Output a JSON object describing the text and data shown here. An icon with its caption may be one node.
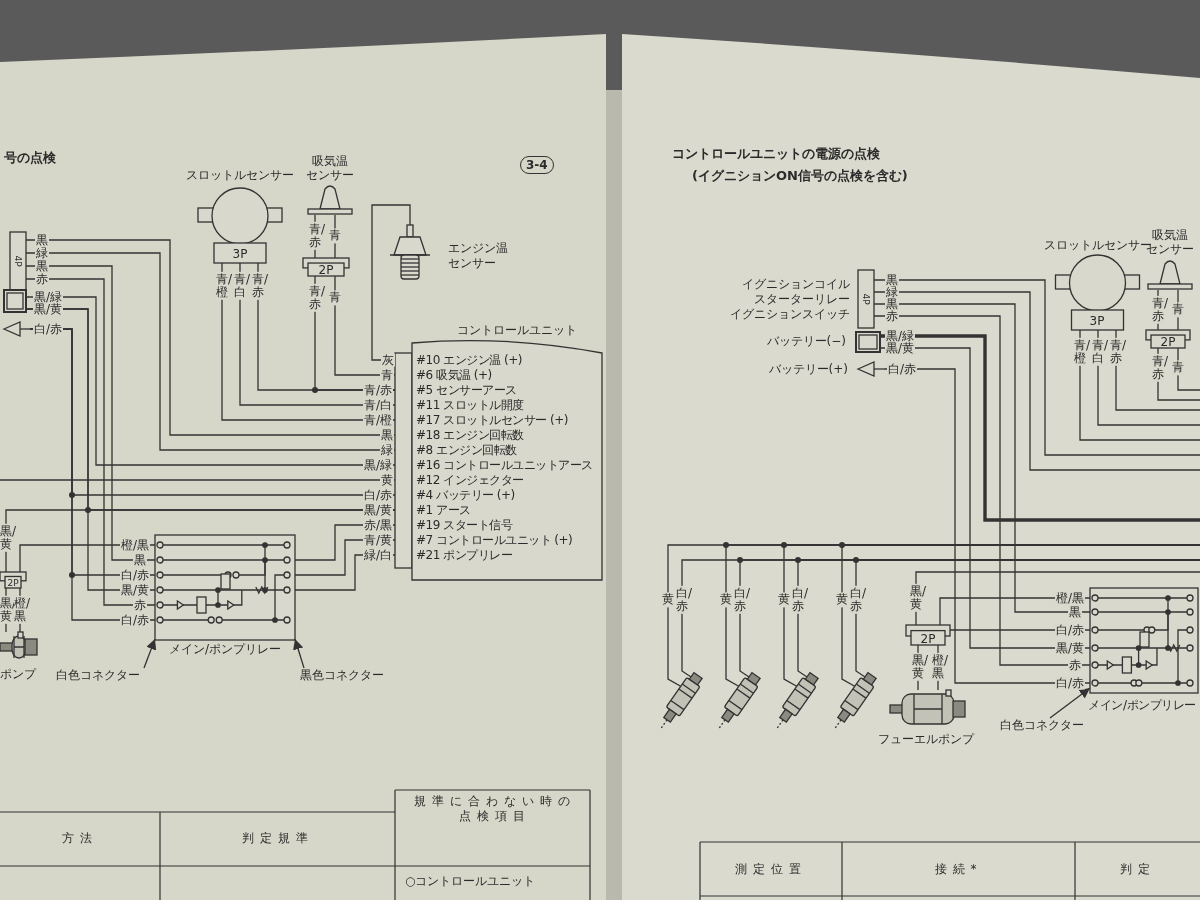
{
  "diagram": {
    "nodes": [
      {
        "text": [
          "4P"
        ]
      },
      {
        "text": [],
        "shape": "box"
      },
      {
        "text": [],
        "shape": "triangle"
      },
      {
        "text": [
          "スロットルセンサー",
          "3P"
        ]
      },
      {
        "text": [
          "吸気温",
          "センサー"
        ]
      },
      {
        "text": [
          "2P"
        ]
      },
      {
        "text": [
          "エンジン温",
          "センサー"
        ]
      },
      {
        "text": [
          "コントロールユニット",
          "#10 エンジン温 (+)",
          "#6 吸気温 (+)",
          "#5 センサーアース",
          "#11 スロットル開度",
          "#17 スロットルセンサー (+)",
          "#18 エンジン回転数",
          "#8 エンジン回転数",
          "#16 コントロールユニットアース",
          "#12 インジェクター",
          "#4 バッテリー (+)",
          "#1 アース",
          "#19 スタート信号",
          "#7 コントロールユニット (+)",
          "#21 ポンプリレー"
        ]
      },
      {
        "text": [
          "メイン/ポンプリレー"
        ]
      },
      {
        "text": [
          "白色コネクター"
        ]
      },
      {
        "text": [
          "黒色コネクター"
        ]
      },
      {
        "text": [
          "2P"
        ]
      },
      {
        "text": [],
        "shape": "picture",
        "beside": [
          "ポンプ"
        ]
      },
      {
        "text": [
          "4P"
        ],
        "beside": [
          "イグニションコイル",
          "スターターリレー",
          "イグニションスイッチ"
        ]
      },
      {
        "text": [],
        "shape": "box",
        "beside": [
          "バッテリー(−)"
        ]
      },
      {
        "text": [],
        "shape": "triangle",
        "beside": [
          "バッテリー(+)"
        ]
      },
      {
        "text": [
          "スロットルセンサー",
          "3P"
        ]
      },
      {
        "text": [
          "吸気温",
          "センサー"
        ]
      },
      {
        "text": [
          "2P"
        ]
      },
      {
        "text": [],
        "shape": "picture"
      },
      {
        "text": [],
        "shape": "picture"
      },
      {
        "text": [],
        "shape": "picture"
      },
      {
        "text": [],
        "shape": "picture"
      },
      {
        "text": [
          "2P"
        ]
      },
      {
        "text": [],
        "shape": "picture",
        "beside": [
          "フューエルポンプ"
        ]
      },
      {
        "text": [
          "メイン/ポンプリレー"
        ]
      },
      {
        "text": [
          "白色コネクター"
        ]
      }
    ],
    "edges": [
      {
        "from": 6,
        "to": 7,
        "arrow": "none",
        "label": "灰"
      },
      {
        "from": 4,
        "to": 5,
        "arrow": "none",
        "label": "青/赤"
      },
      {
        "from": 4,
        "to": 5,
        "arrow": "none",
        "label": "青"
      },
      {
        "from": 5,
        "to": 7,
        "arrow": "none",
        "label": "青"
      },
      {
        "from": 5,
        "to": 7,
        "arrow": "none",
        "label": "青/赤"
      },
      {
        "from": 3,
        "to": 7,
        "arrow": "none"
      },
      {
        "from": 3,
        "to": 7,
        "arrow": "none",
        "label": "青/白"
      },
      {
        "from": 3,
        "to": 7,
        "arrow": "none",
        "label": "青/橙"
      },
      {
        "from": 0,
        "to": 7,
        "arrow": "none",
        "label": "黒"
      },
      {
        "from": 0,
        "to": 7,
        "arrow": "none",
        "label": "緑"
      },
      {
        "from": 0,
        "to": 8,
        "arrow": "none",
        "label": "黒"
      },
      {
        "from": 0,
        "to": 8,
        "arrow": "none",
        "label": "赤"
      },
      {
        "from": 1,
        "to": 7,
        "arrow": "none",
        "label": "黒/緑"
      },
      {
        "from": 1,
        "to": 8,
        "arrow": "none",
        "label": "黒/黄"
      },
      {
        "from": 1,
        "to": 7,
        "arrow": "none",
        "label": "黒/黄"
      },
      {
        "from": 2,
        "to": 7,
        "arrow": "none",
        "label": "白/赤"
      },
      {
        "from": 2,
        "to": 8,
        "arrow": "none",
        "label": "白/赤"
      },
      {
        "from": 2,
        "to": 8,
        "arrow": "none",
        "label": "白/赤"
      },
      {
        "from": null,
        "to": 7,
        "arrow": "none",
        "label": "黄"
      },
      {
        "from": 8,
        "to": 7,
        "arrow": "none",
        "label": "赤/黒"
      },
      {
        "from": 8,
        "to": 7,
        "arrow": "none",
        "label": "青/黄"
      },
      {
        "from": 8,
        "to": 7,
        "arrow": "none",
        "label": "緑/白"
      },
      {
        "from": 11,
        "to": 8,
        "arrow": "none",
        "label": "橙/黒"
      },
      {
        "from": 11,
        "to": 7,
        "arrow": "none",
        "label": "黒/黄"
      },
      {
        "from": 11,
        "to": 12,
        "arrow": "none",
        "label": "黒/黄"
      },
      {
        "from": 11,
        "to": 12,
        "arrow": "none",
        "label": "橙/黒"
      },
      {
        "from": 9,
        "to": 8,
        "arrow": "to"
      },
      {
        "from": 10,
        "to": 8,
        "arrow": "to"
      },
      {
        "from": 13,
        "to": null,
        "arrow": "none",
        "label": "黒"
      },
      {
        "from": 13,
        "to": null,
        "arrow": "none",
        "label": "緑"
      },
      {
        "from": 13,
        "to": 25,
        "arrow": "none",
        "label": "黒"
      },
      {
        "from": 13,
        "to": 25,
        "arrow": "none",
        "label": "赤"
      },
      {
        "from": 14,
        "to": null,
        "arrow": "none",
        "label": "黒/緑",
        "style": "thick"
      },
      {
        "from": 14,
        "to": 25,
        "arrow": "none",
        "label": "黒/黄"
      },
      {
        "from": 15,
        "to": 25,
        "arrow": "none",
        "label": "白/赤"
      },
      {
        "from": 23,
        "to": 25,
        "arrow": "none",
        "label": "白/赤"
      },
      {
        "from": 16,
        "to": null,
        "arrow": "none",
        "label": "青/橙"
      },
      {
        "from": 16,
        "to": null,
        "arrow": "none",
        "label": "青/白"
      },
      {
        "from": 16,
        "to": null,
        "arrow": "none",
        "label": "青/赤"
      },
      {
        "from": 17,
        "to": 18,
        "arrow": "none",
        "label": "青/赤"
      },
      {
        "from": 17,
        "to": 18,
        "arrow": "none",
        "label": "青"
      },
      {
        "from": 18,
        "to": null,
        "arrow": "none",
        "label": "青/赤"
      },
      {
        "from": 18,
        "to": null,
        "arrow": "none",
        "label": "青"
      },
      {
        "from": 19,
        "to": null,
        "arrow": "none",
        "label": "黄"
      },
      {
        "from": 19,
        "to": null,
        "arrow": "none",
        "label": "白/赤"
      },
      {
        "from": 20,
        "to": null,
        "arrow": "none",
        "label": "黄"
      },
      {
        "from": 20,
        "to": null,
        "arrow": "none",
        "label": "白/赤"
      },
      {
        "from": 21,
        "to": null,
        "arrow": "none",
        "label": "黄"
      },
      {
        "from": 21,
        "to": null,
        "arrow": "none",
        "label": "白/赤"
      },
      {
        "from": 22,
        "to": null,
        "arrow": "none",
        "label": "黄"
      },
      {
        "from": 22,
        "to": null,
        "arrow": "none",
        "label": "白/赤"
      },
      {
        "from": 23,
        "to": null,
        "arrow": "none",
        "label": "黒/黄"
      },
      {
        "from": 23,
        "to": 25,
        "arrow": "none",
        "label": "橙/黒"
      },
      {
        "from": 23,
        "to": 24,
        "arrow": "none",
        "label": "黒/黄"
      },
      {
        "from": 23,
        "to": 24,
        "arrow": "none",
        "label": "橙/黒"
      },
      {
        "from": 26,
        "to": 25,
        "arrow": "to"
      }
    ],
    "labels": [
      "号の点検",
      "3-4",
      "黒",
      "緑",
      "黒",
      "赤",
      "黒/緑",
      "黒/黄",
      "白/赤",
      "青/橙",
      "青/白",
      "青/赤",
      "青/赤",
      "青",
      "コントロールユニットの電源の点検",
      "(イグニションON信号の点検を含む)",
      "黒",
      "赤",
      "黒/黄",
      "白/赤",
      "方法",
      "判定規準",
      "規準に合わない時の点検項目",
      "○コントロールユニット",
      "測定位置",
      "接続*",
      "判定"
    ]
  }
}
